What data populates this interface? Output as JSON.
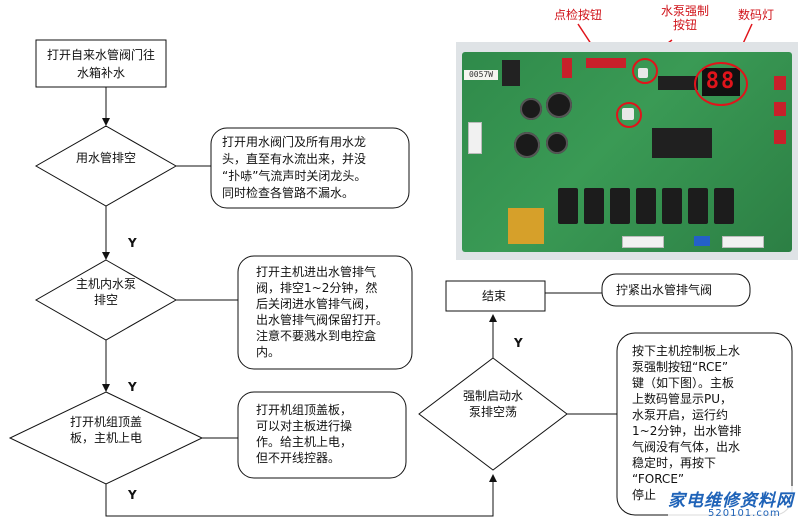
{
  "flow": {
    "start": "打开自来水管阀门往水箱补水",
    "d1": "用水管排空",
    "n1": [
      "打开用水阀门及所有用水龙",
      "头，直至有水流出来，并没",
      "“扑哧”气流声时关闭龙头。",
      "同时检查各管路不漏水。"
    ],
    "d2": "主机内水泵排空",
    "n2": [
      "打开主机进出水管排气",
      "阀，排空1~2分钟，然",
      "后关闭进水管排气阀，",
      "出水管排气阀保留打开。",
      "注意不要溅水到电控盒",
      "内。"
    ],
    "d3": "打开机组顶盖板，主机上电",
    "n3": [
      "打开机组顶盖板，",
      "可以对主板进行操",
      "作。给主机上电，",
      "但不开线控器。"
    ],
    "d4": "强制启动水泵排空荡",
    "n4": [
      "按下主机控制板上水",
      "泵强制按钮“RCE”",
      "键（如下图）。主板",
      "上数码管显示PU，",
      "水泵开启，运行约",
      "1~2分钟，出水管排",
      "气阀没有气体，出水",
      "稳定时，再按下",
      "“FORCE”",
      "停止"
    ],
    "end": "结束",
    "n5": "拧紧出水管排气阀",
    "y": "Y"
  },
  "photo": {
    "label_check": "点检按钮",
    "label_pump": "水泵强制按钮",
    "label_digit": "数码灯",
    "display": "88",
    "tag": "0057W"
  },
  "watermark": {
    "main": "家电维修资料网",
    "sub": "520101.com"
  },
  "colors": {
    "line": "#111111",
    "annotation": "#d0141b",
    "pcb": "#2f8a4a",
    "watermark": "#1f63b8"
  }
}
